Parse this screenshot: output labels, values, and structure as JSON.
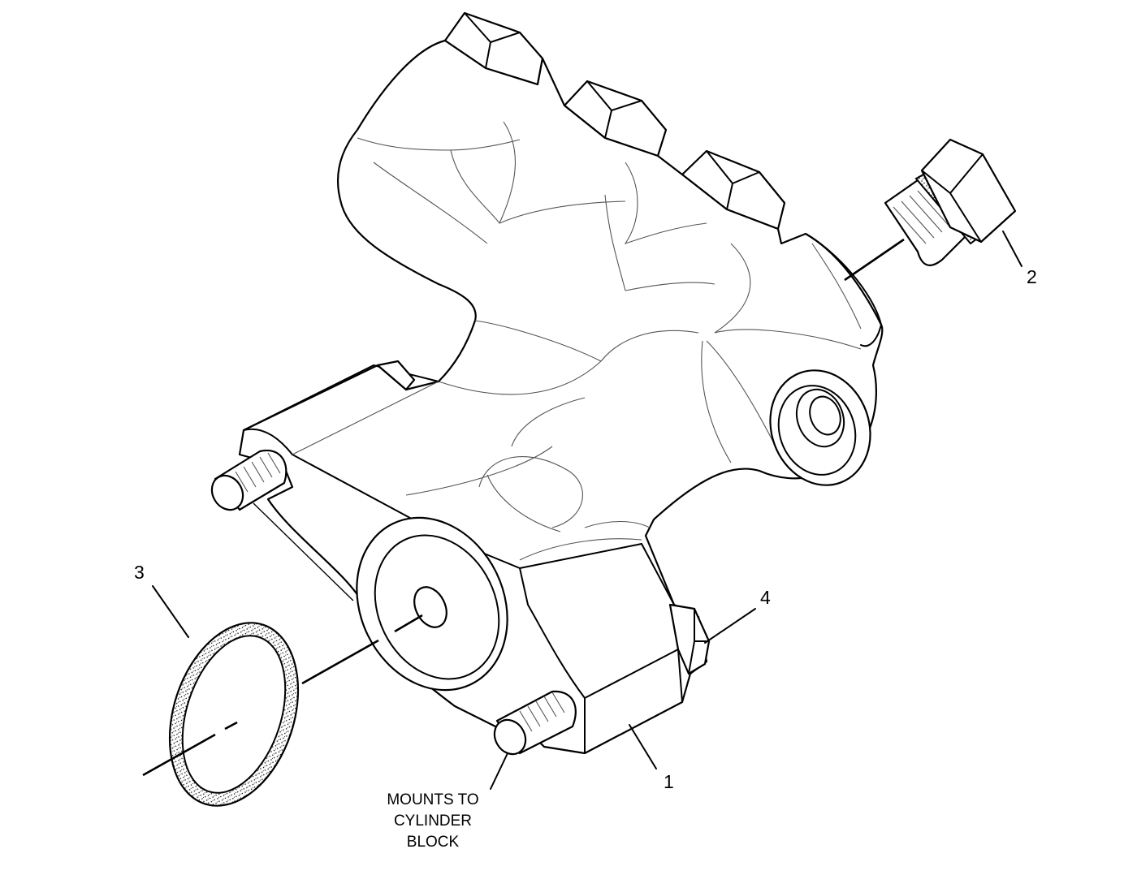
{
  "callouts": {
    "item1": "1",
    "item2": "2",
    "item3": "3",
    "item4": "4"
  },
  "note": {
    "line1": "MOUNTS TO",
    "line2": "CYLINDER",
    "line3": "BLOCK"
  }
}
